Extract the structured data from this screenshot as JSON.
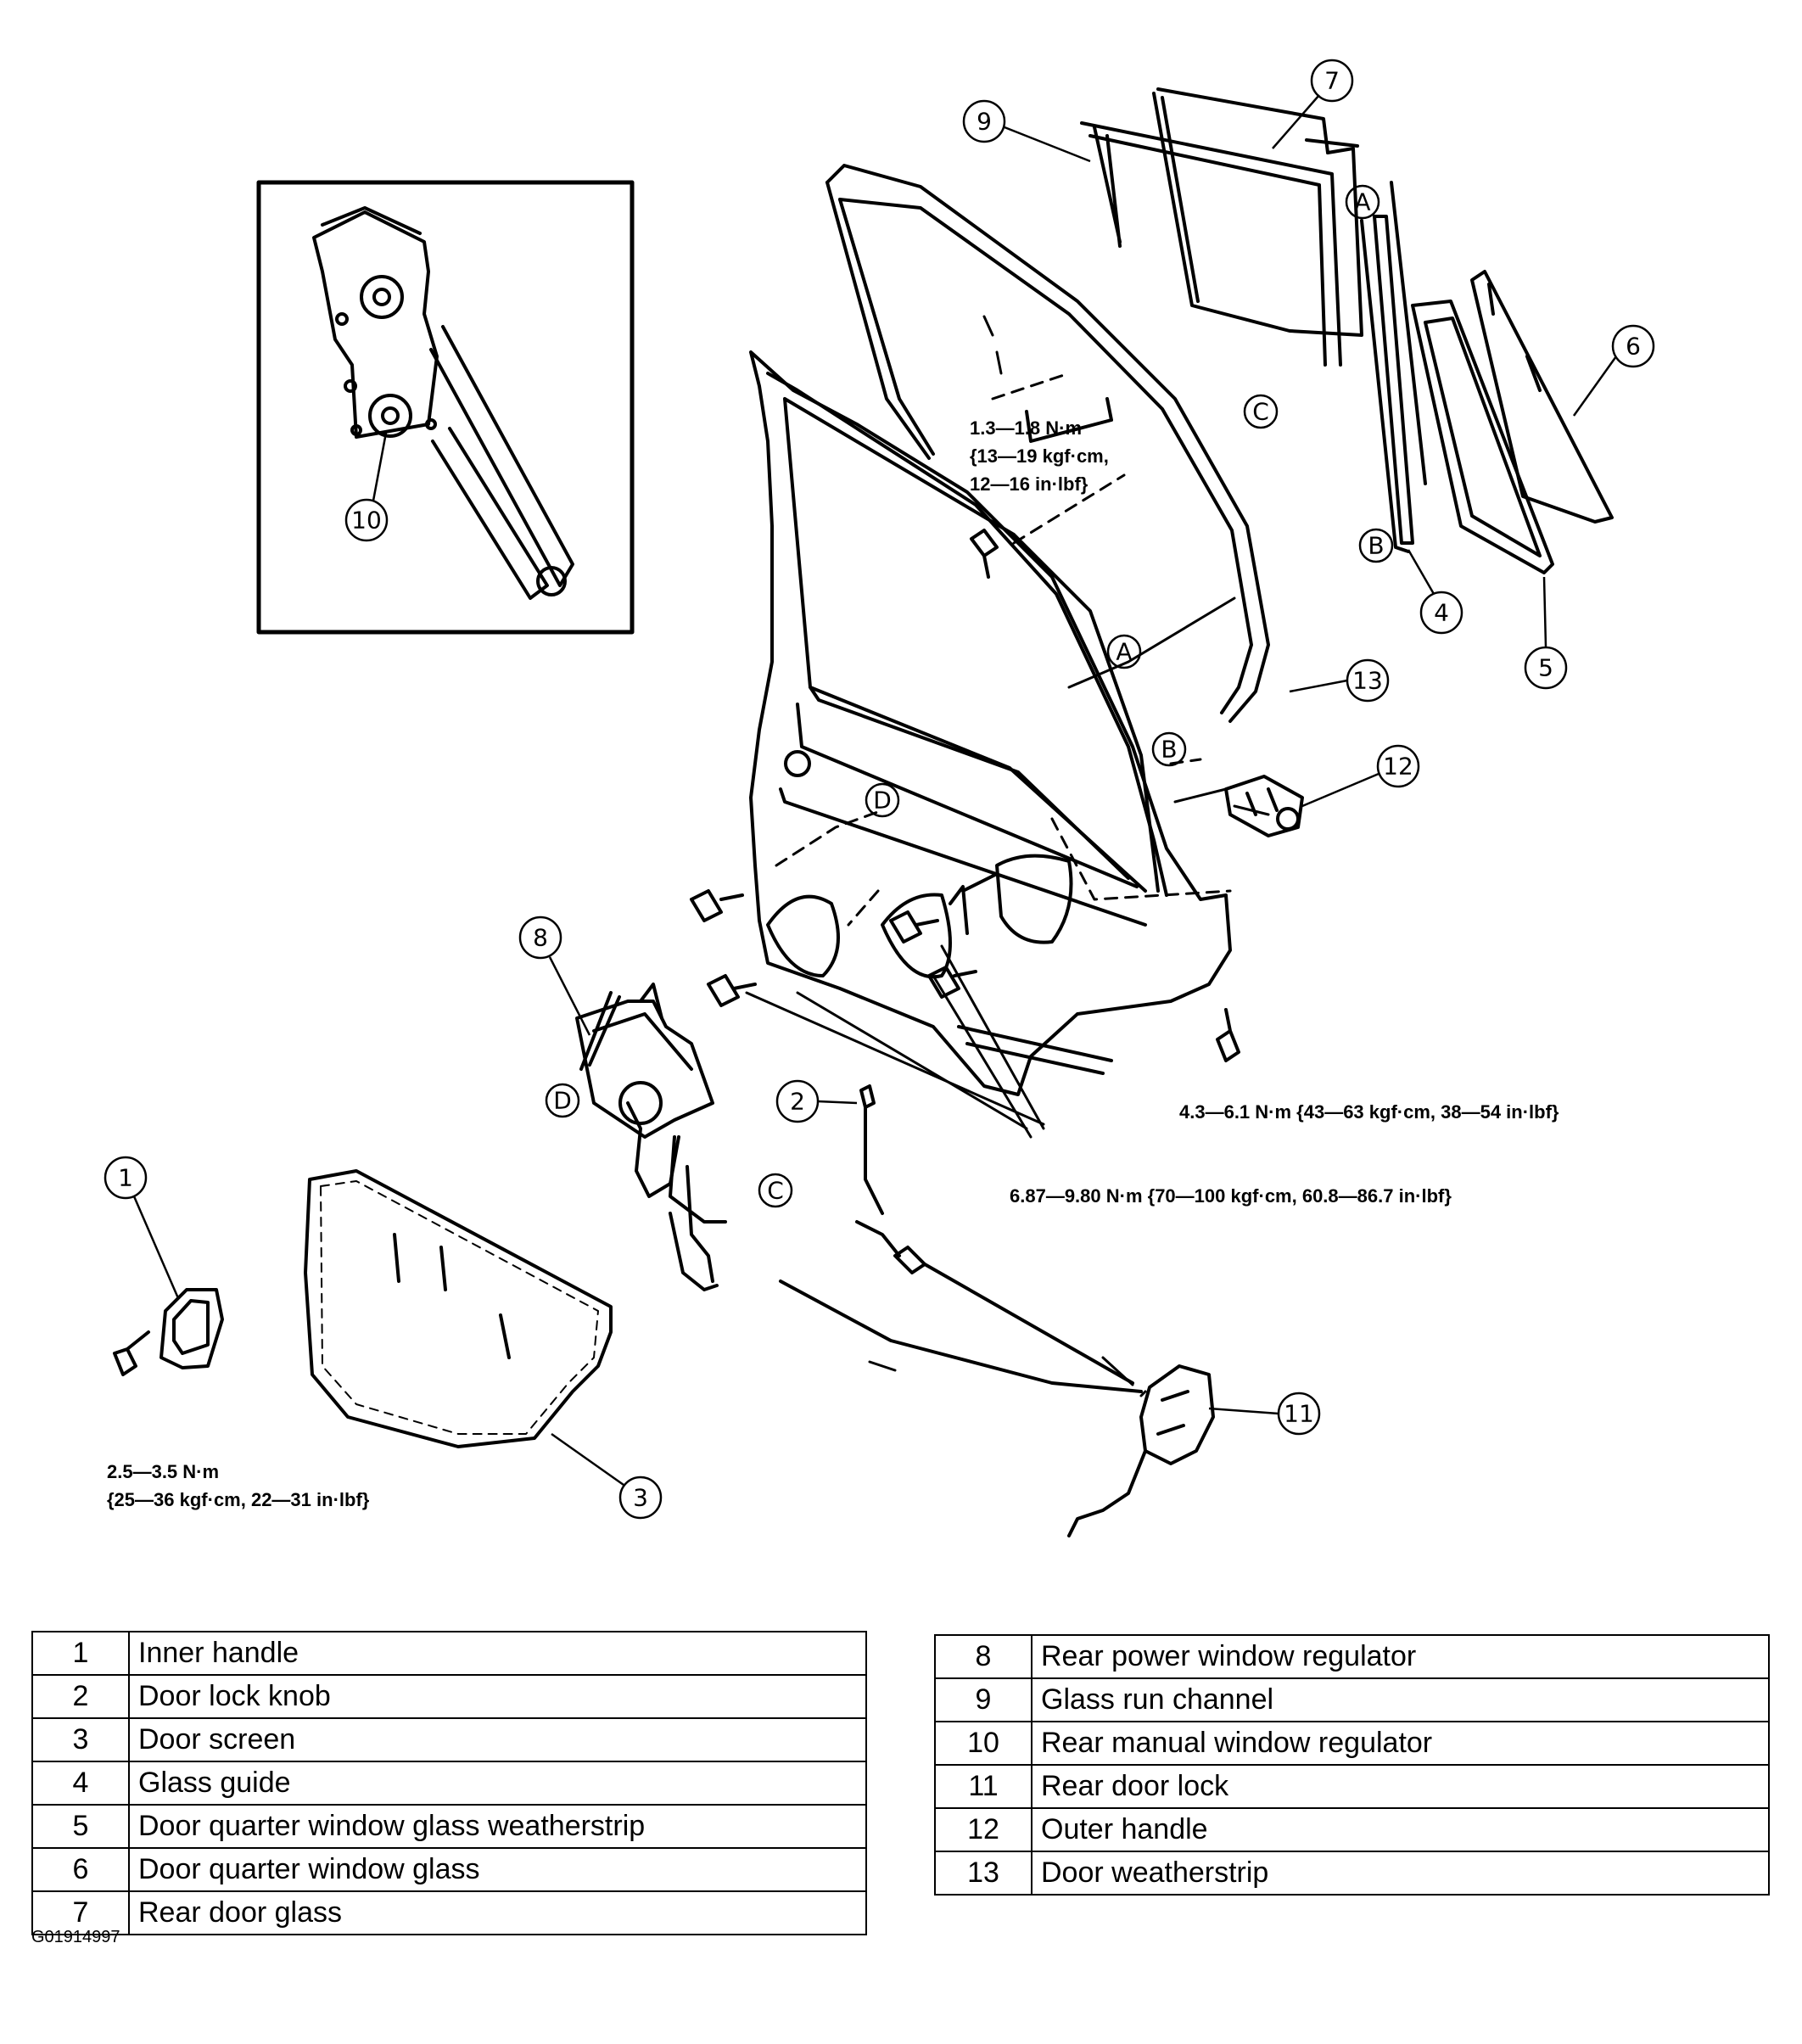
{
  "figure_code": "G01914997",
  "callouts": {
    "c1": "1",
    "c2": "2",
    "c3": "3",
    "c4": "4",
    "c5": "5",
    "c6": "6",
    "c7": "7",
    "c8": "8",
    "c9": "9",
    "c10": "10",
    "c11": "11",
    "c12": "12",
    "c13": "13"
  },
  "letters": {
    "a_top": "A",
    "a_mid": "A",
    "b_top": "B",
    "b_mid": "B",
    "c_top": "C",
    "c_low": "C",
    "d_mid": "D",
    "d_low": "D"
  },
  "torques": {
    "t1": {
      "line1": "1.3—1.8 N·m",
      "line2": "{13—19 kgf·cm,",
      "line3": "12—16 in·lbf}"
    },
    "t2": {
      "line1": "4.3—6.1 N·m {43—63 kgf·cm, 38—54 in·lbf}"
    },
    "t3": {
      "line1": "6.87—9.80 N·m {70—100 kgf·cm, 60.8—86.7 in·lbf}"
    },
    "t4": {
      "line1": "2.5—3.5 N·m",
      "line2": "{25—36 kgf·cm, 22—31 in·lbf}"
    }
  },
  "parts_left": [
    {
      "num": "1",
      "name": "Inner handle"
    },
    {
      "num": "2",
      "name": "Door lock knob"
    },
    {
      "num": "3",
      "name": "Door screen"
    },
    {
      "num": "4",
      "name": "Glass guide"
    },
    {
      "num": "5",
      "name": "Door quarter window glass weatherstrip"
    },
    {
      "num": "6",
      "name": "Door quarter window glass"
    },
    {
      "num": "7",
      "name": "Rear door glass"
    }
  ],
  "parts_right": [
    {
      "num": "8",
      "name": "Rear power window regulator"
    },
    {
      "num": "9",
      "name": "Glass run channel"
    },
    {
      "num": "10",
      "name": "Rear manual window regulator"
    },
    {
      "num": "11",
      "name": "Rear door lock"
    },
    {
      "num": "12",
      "name": "Outer handle"
    },
    {
      "num": "13",
      "name": "Door weatherstrip"
    }
  ]
}
